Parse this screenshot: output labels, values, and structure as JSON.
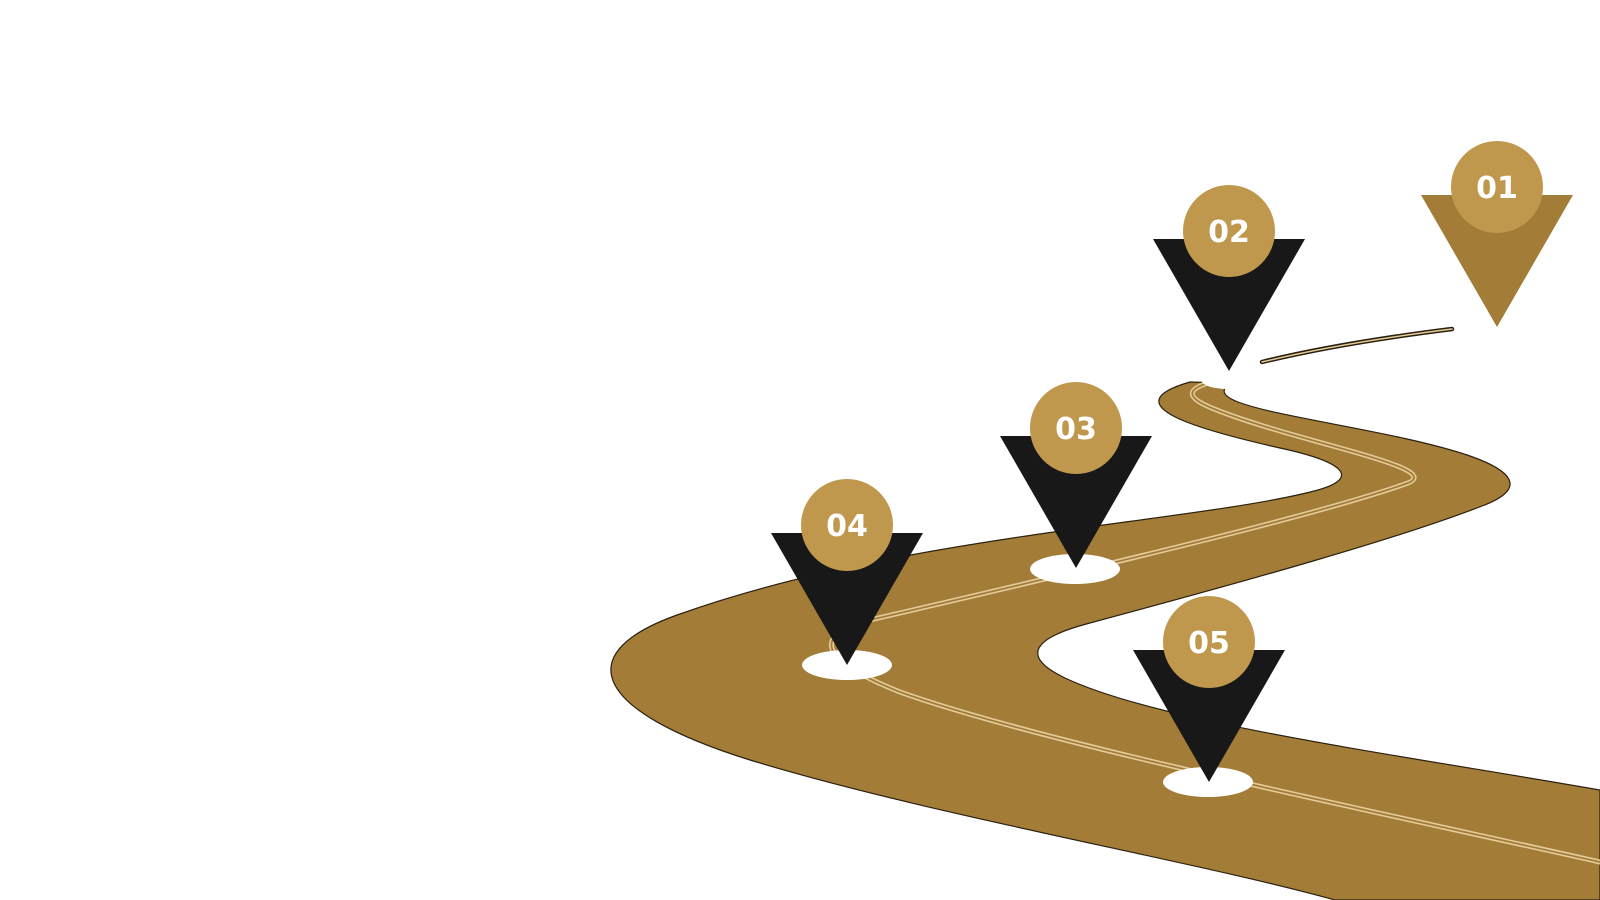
{
  "colors": {
    "road": "#A37D38",
    "road_outline": "#2a2010",
    "lane": "#E3CB9A",
    "pin_dark": "#181818",
    "pin_gold": "#A37D38",
    "badge": "#BF984E",
    "marker": "#ffffff"
  },
  "milestones": [
    {
      "label": "01",
      "pin_color": "gold"
    },
    {
      "label": "02",
      "pin_color": "dark"
    },
    {
      "label": "03",
      "pin_color": "dark"
    },
    {
      "label": "04",
      "pin_color": "dark"
    },
    {
      "label": "05",
      "pin_color": "dark"
    }
  ]
}
